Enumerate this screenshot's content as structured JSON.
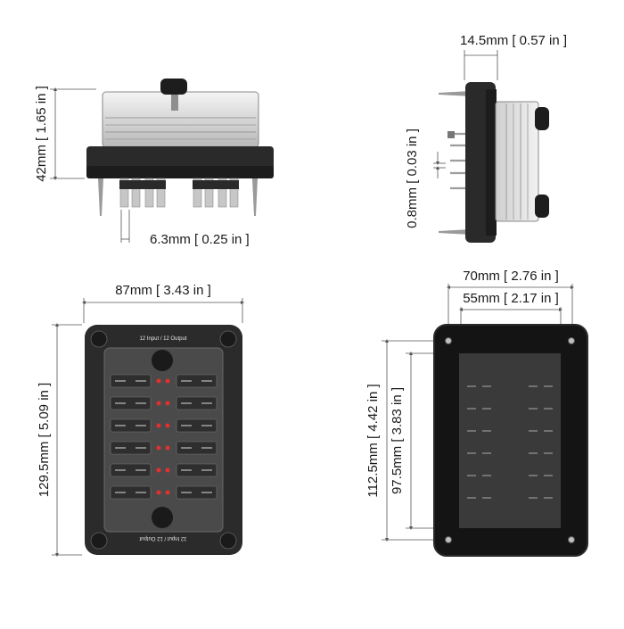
{
  "views": {
    "front": {
      "height_label": "42mm [ 1.65 in ]",
      "terminal_label": "6.3mm [ 0.25 in ]"
    },
    "side": {
      "depth_label": "14.5mm [ 0.57 in ]",
      "thickness_label": "0.8mm [ 0.03 in ]"
    },
    "top": {
      "width_label": "87mm [ 3.43 in ]",
      "length_label": "129.5mm [ 5.09 in ]",
      "panel_top_text": "12 Input / 12 Output",
      "panel_bottom_text": "12 Input / 12 Output",
      "fuse_rows": 6
    },
    "bottom": {
      "outer_width_label": "70mm [ 2.76 in ]",
      "inner_width_label": "55mm [ 2.17 in ]",
      "outer_length_label": "112.5mm [ 4.42 in ]",
      "inner_length_label": "97.5mm [ 3.83 in ]"
    }
  },
  "colors": {
    "housing": "#2b2b2b",
    "panel": "#4a4a4a",
    "led": "#e03030",
    "dimension_line": "#555555"
  }
}
